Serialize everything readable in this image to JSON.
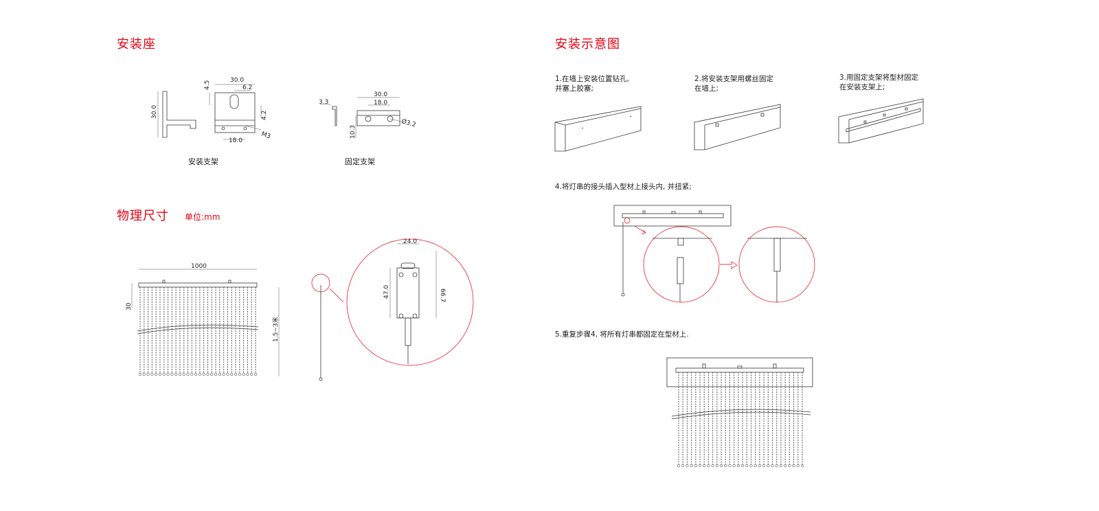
{
  "left": {
    "mount_section_title": "安装座",
    "mount_items": [
      {
        "caption": "安装支架",
        "dims": {
          "width": "30.0",
          "slot": "6.2",
          "top": "4.5",
          "right": "4.2",
          "height": "30.0",
          "bottom": "18.0",
          "screw": "M3"
        }
      },
      {
        "caption": "固定支架",
        "dims": {
          "width": "30.0",
          "inner": "18.0",
          "side": "3.3",
          "height": "10.3",
          "hole": "Ø3.2"
        }
      }
    ],
    "physical_section_title": "物理尺寸",
    "unit_label": "单位:mm",
    "physical_dims": {
      "length": "1000",
      "rail_height": "30",
      "drop": "1.5~3米",
      "box_width": "24.0",
      "box_height": "47.0",
      "box_total": "66.7"
    }
  },
  "right": {
    "install_section_title": "安装示意图",
    "steps": [
      {
        "line1": "1.在墙上安装位置钻孔,",
        "line2": "并塞上胶塞;"
      },
      {
        "line1": "2.将安装支架用螺丝固定",
        "line2": "在墙上;"
      },
      {
        "line1": "3.用固定支架将型材固定",
        "line2": "在安装支架上;"
      },
      {
        "line1": "4.将灯串的接头插入型材上接头内, 并扭紧;",
        "line2": ""
      },
      {
        "line1": "5.重复步骤4, 将所有灯串都固定在型材上.",
        "line2": ""
      }
    ]
  },
  "colors": {
    "accent": "#e60012",
    "line": "#333333"
  }
}
